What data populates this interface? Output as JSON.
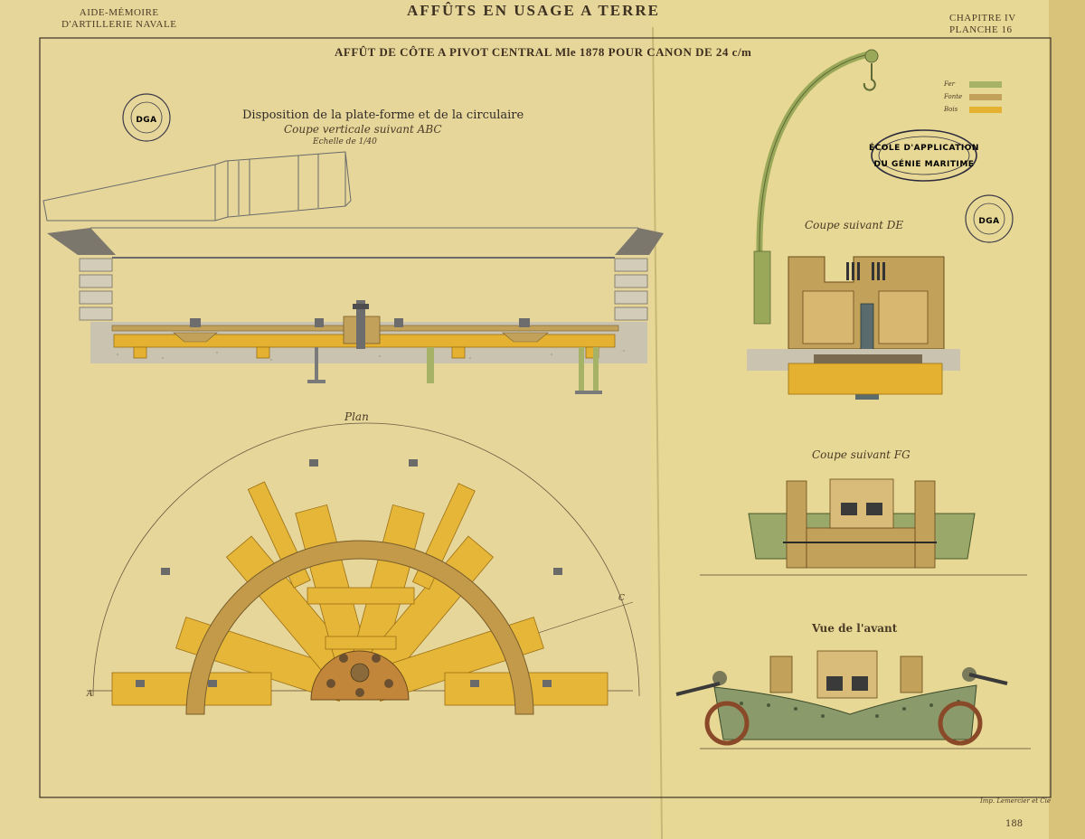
{
  "header": {
    "left_line1": "AIDE-MÉMOIRE",
    "left_line2": "D'ARTILLERIE NAVALE",
    "title": "AFFÛTS  EN USAGE A TERRE",
    "right_line1": "CHAPITRE IV",
    "right_line2": "PLANCHE 16"
  },
  "subtitle": "AFFÛT DE CÔTE A PIVOT CENTRAL Mle 1878 POUR CANON DE 24 c/m",
  "platform_section": {
    "caption": "Disposition de la plate-forme et de la circulaire",
    "subcaption": "Coupe verticale suivant ABC",
    "scale": "Echelle de 1/40"
  },
  "plan": {
    "label": "Plan",
    "point_a": "A",
    "point_c": "C"
  },
  "views": {
    "section_de": "Coupe suivant DE",
    "section_fg": "Coupe suivant FG",
    "front_view": "Vue de l'avant"
  },
  "legend": [
    {
      "label": "Fer",
      "color": "#a6b265"
    },
    {
      "label": "Fonte",
      "color": "#c2a25a"
    },
    {
      "label": "Bois",
      "color": "#e4b230"
    }
  ],
  "stamps": {
    "oval_line1": "ÉCOLE D'APPLICATION",
    "oval_line2": "DU GÉNIE MARITIME",
    "dga": "DGA"
  },
  "footer": {
    "imprint": "Imp. Lemercier et Cie",
    "page_number": "188"
  },
  "colors": {
    "paper": "#e7d69a",
    "wood": "#e4b230",
    "cast_iron": "#c2a25a",
    "iron": "#a6b265",
    "ink": "#4a3a26",
    "masonry": "#c9c3b0"
  }
}
